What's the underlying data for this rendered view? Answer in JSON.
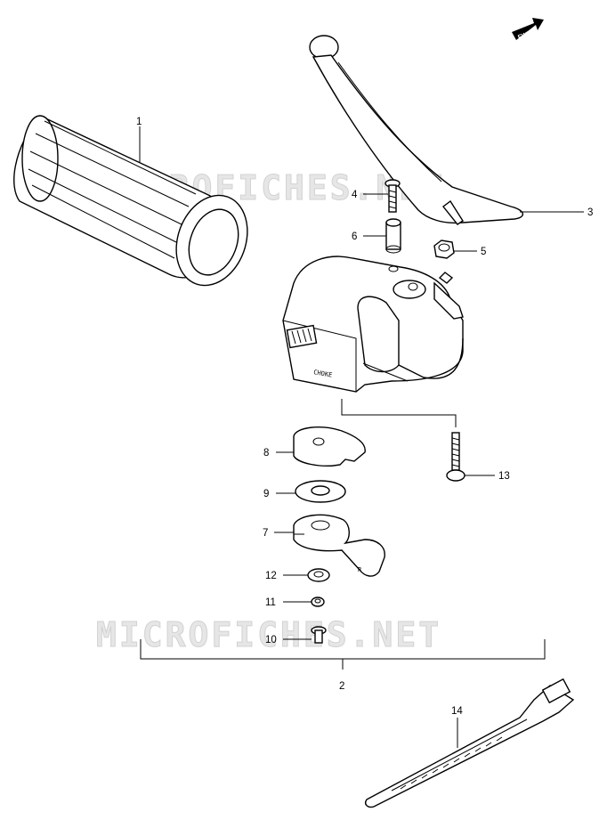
{
  "watermark": {
    "top": "MICROFICHES.NET",
    "bottom": "MICROFICHES.NET"
  },
  "direction_badge": "FWD",
  "housing_mark": "CHOKE",
  "lever_mark": "R",
  "callouts": [
    "1",
    "2",
    "3",
    "4",
    "5",
    "6",
    "7",
    "8",
    "9",
    "10",
    "11",
    "12",
    "13",
    "14"
  ]
}
